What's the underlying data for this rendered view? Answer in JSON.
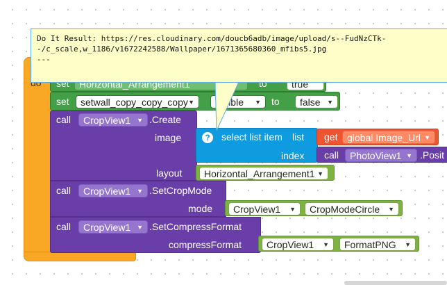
{
  "tooltip": {
    "line1": "Do It Result: https://res.cloudinary.com/doucb6adb/image/upload/s--FudNzCTk-",
    "line2": "-/c_scale,w_1186/v1672242588/Wallpaper/1671365680360_mfibs5.jpg",
    "line3": "---"
  },
  "blocks": {
    "do_label": "do",
    "set_row1": {
      "set": "set",
      "component": "Horizontal_Arrangement1",
      "prop": "Visible",
      "to": "to",
      "value": "true"
    },
    "set_row2": {
      "set": "set",
      "component": "setwall_copy_copy_copy",
      "prop": "Visible",
      "to": "to",
      "value": "false"
    },
    "create": {
      "call": "call",
      "component": "CropView1",
      "method": ".Create",
      "image_label": "image",
      "layout_label": "layout",
      "layout_value": "Horizontal_Arrangement1"
    },
    "select_list": {
      "label": "select list item",
      "list_label": "list",
      "index_label": "index",
      "get": "get",
      "global_var": "global Image_Url",
      "call": "call",
      "photo_component": "PhotoView1",
      "photo_method": ".Posit"
    },
    "set_crop_mode": {
      "call": "call",
      "component": "CropView1",
      "method": ".SetCropMode",
      "mode_label": "mode",
      "value_component": "CropView1",
      "value_option": "CropModeCircle"
    },
    "set_compress": {
      "call": "call",
      "component": "CropView1",
      "method": ".SetCompressFormat",
      "arg_label": "compressFormat",
      "value_component": "CropView1",
      "value_option": "FormatPNG"
    }
  },
  "colors": {
    "event_orange": "#f9a825",
    "procedure_purple": "#6a3ea8",
    "logic_green": "#7cb342",
    "setter_green": "#43a047",
    "list_blue": "#0f9be0",
    "variable_red": "#ef5430"
  },
  "icons": {
    "info": "question-mark-icon",
    "dropdown": "triangle-down-icon"
  }
}
